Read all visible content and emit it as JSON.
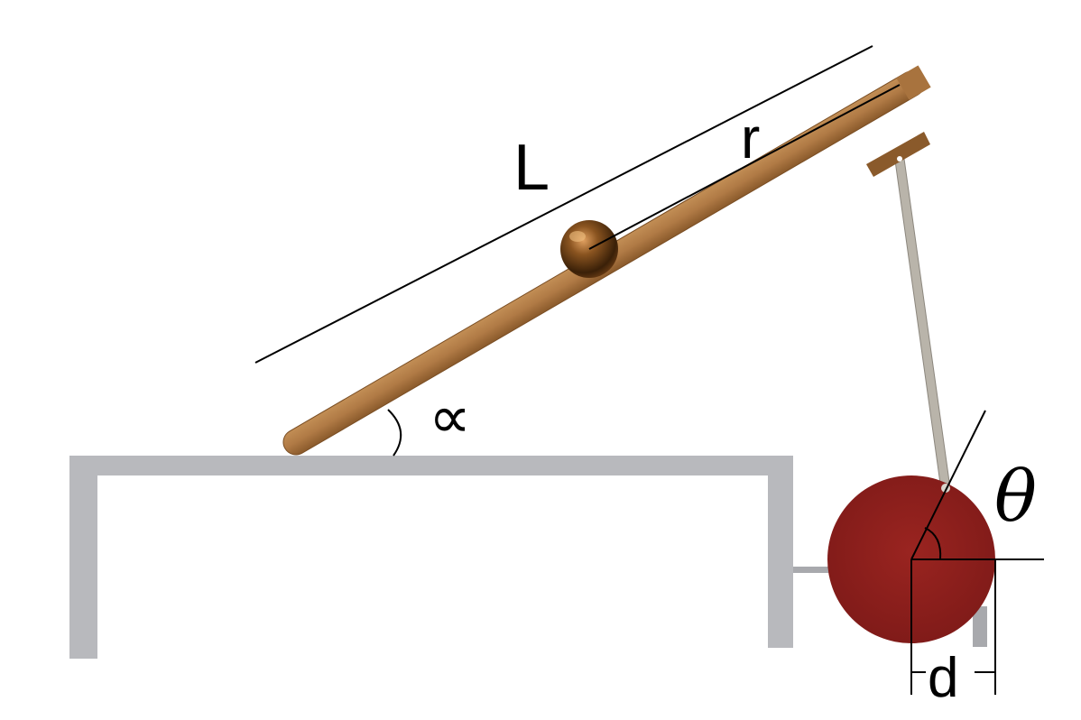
{
  "labels": {
    "beam_length": "L",
    "ball_position": "r",
    "beam_angle": "∝",
    "disk_angle": "θ",
    "disk_offset": "d"
  },
  "colors": {
    "beam_wood": "#b07a45",
    "beam_wood_dark": "#8a5a2b",
    "ball_bronze": "#7a4a1a",
    "frame_gray": "#b8b9bd",
    "rod_gray": "#b9b4aa",
    "disk_red": "#8e1f1c",
    "line_black": "#000000"
  }
}
